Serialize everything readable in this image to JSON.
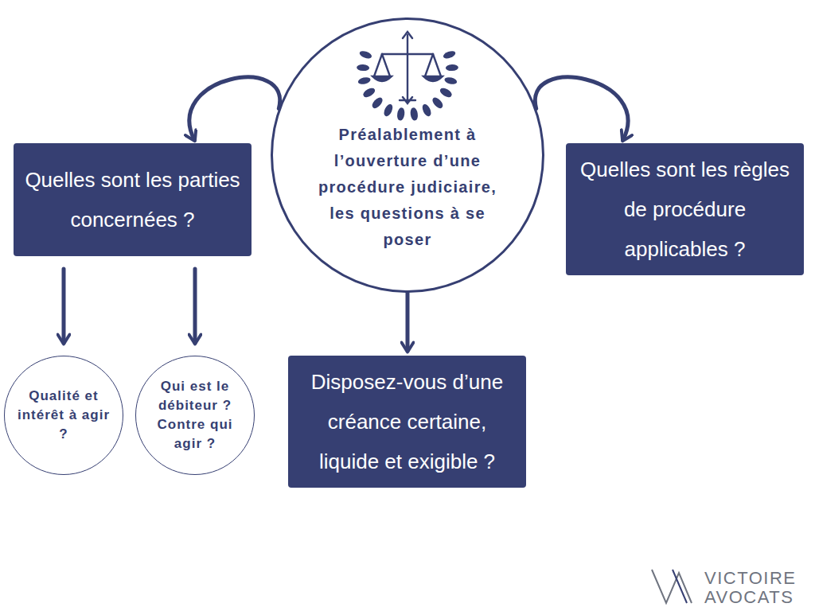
{
  "diagram": {
    "nodes": [
      {
        "text": [
          "Préalablement à l’ouverture d’une procédure judiciaire, les questions à se poser"
        ]
      },
      {
        "text": [
          "Quelles sont les parties concernées ?"
        ]
      },
      {
        "text": [
          "Quelles sont les règles de procédure applicables ?"
        ]
      },
      {
        "text": [
          "Disposez-vous d’une créance certaine, liquide et exigible ?"
        ]
      },
      {
        "text": [
          "Qualité et intérêt à agir ?"
        ]
      },
      {
        "text": [
          "Qui est le débiteur ? Contre qui agir ?"
        ]
      }
    ],
    "edges": [
      {
        "from": 0,
        "to": 1,
        "arrow": "to"
      },
      {
        "from": 0,
        "to": 2,
        "arrow": "to"
      },
      {
        "from": 0,
        "to": 3,
        "arrow": "to"
      },
      {
        "from": 1,
        "to": 4,
        "arrow": "to"
      },
      {
        "from": 1,
        "to": 5,
        "arrow": "to"
      }
    ],
    "labels": [
      "VICTOIRE",
      "AVOCATS"
    ]
  }
}
